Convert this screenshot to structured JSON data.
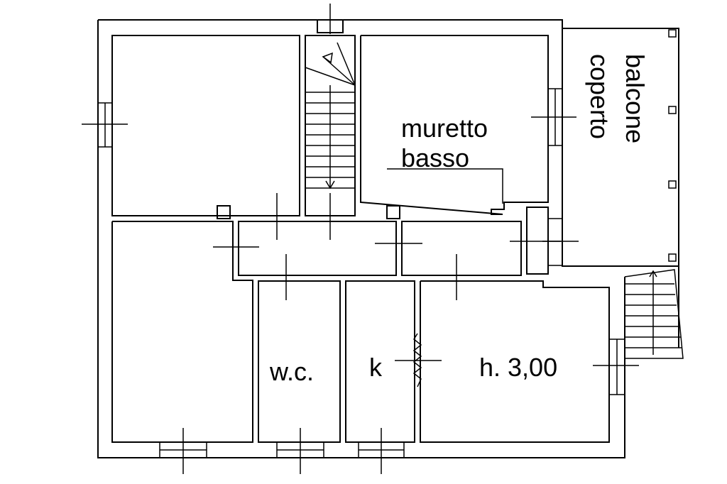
{
  "labels": {
    "muretto": "muretto",
    "basso": "basso",
    "balcone": "balcone",
    "coperto": "coperto",
    "wc": "w.c.",
    "kitchen": "k",
    "height": "h. 3,00"
  }
}
